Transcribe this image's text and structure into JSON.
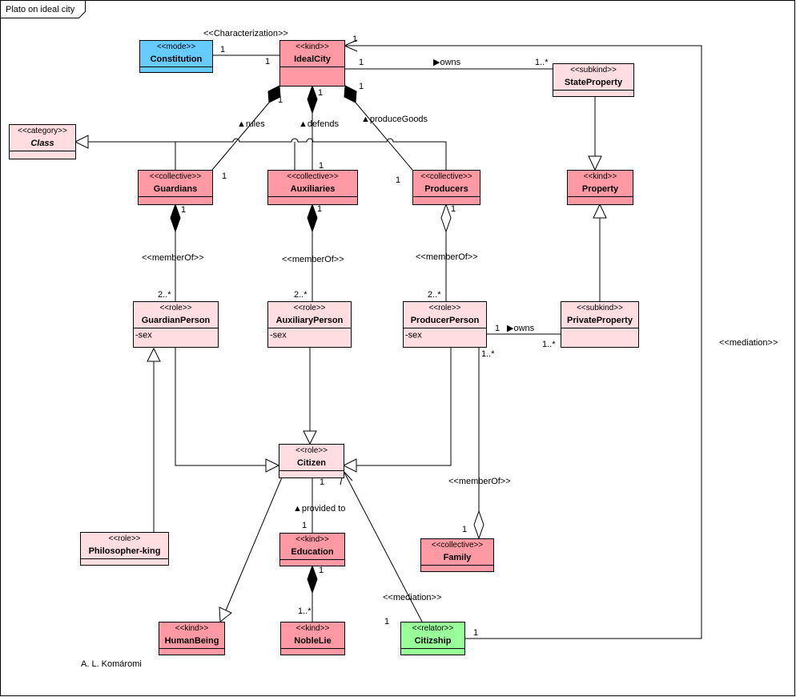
{
  "frame": {
    "title": "Plato on ideal city"
  },
  "author": "A. L. Komáromi",
  "colors": {
    "mode": "#66ccff",
    "kind": "#ff99a3",
    "collective": "#ff99a3",
    "subkind": "#ffdde0",
    "category": "#ffdde0",
    "role": "#ffdde0",
    "relator": "#99ff99"
  },
  "classes": [
    {
      "id": "constitution",
      "stereotype": "<<mode>>",
      "name": "Constitution",
      "type": "mode",
      "attributes": []
    },
    {
      "id": "idealcity",
      "stereotype": "<<kind>>",
      "name": "IdealCity",
      "type": "kind",
      "attributes": []
    },
    {
      "id": "stateproperty",
      "stereotype": "<<subkind>>",
      "name": "StateProperty",
      "type": "subkind",
      "attributes": []
    },
    {
      "id": "class",
      "stereotype": "<<category>>",
      "name": "Class",
      "type": "category",
      "italic": true,
      "attributes": []
    },
    {
      "id": "guardians",
      "stereotype": "<<collective>>",
      "name": "Guardians",
      "type": "collective",
      "attributes": []
    },
    {
      "id": "auxiliaries",
      "stereotype": "<<collective>>",
      "name": "Auxiliaries",
      "type": "collective",
      "attributes": []
    },
    {
      "id": "producers",
      "stereotype": "<<collective>>",
      "name": "Producers",
      "type": "collective",
      "attributes": []
    },
    {
      "id": "property",
      "stereotype": "<<kind>>",
      "name": "Property",
      "type": "kind",
      "attributes": []
    },
    {
      "id": "guardianperson",
      "stereotype": "<<role>>",
      "name": "GuardianPerson",
      "type": "role",
      "attributes": [
        "-sex"
      ]
    },
    {
      "id": "auxiliaryperson",
      "stereotype": "<<role>>",
      "name": "AuxiliaryPerson",
      "type": "role",
      "attributes": [
        "-sex"
      ]
    },
    {
      "id": "producerperson",
      "stereotype": "<<role>>",
      "name": "ProducerPerson",
      "type": "role",
      "attributes": [
        "-sex"
      ]
    },
    {
      "id": "privateproperty",
      "stereotype": "<<subkind>>",
      "name": "PrivateProperty",
      "type": "subkind",
      "attributes": []
    },
    {
      "id": "citizen",
      "stereotype": "<<role>>",
      "name": "Citizen",
      "type": "role",
      "attributes": []
    },
    {
      "id": "philosopherking",
      "stereotype": "<<role>>",
      "name": "Philosopher-king",
      "type": "role",
      "attributes": []
    },
    {
      "id": "education",
      "stereotype": "<<kind>>",
      "name": "Education",
      "type": "kind",
      "attributes": []
    },
    {
      "id": "family",
      "stereotype": "<<collective>>",
      "name": "Family",
      "type": "collective",
      "attributes": []
    },
    {
      "id": "humanbeing",
      "stereotype": "<<kind>>",
      "name": "HumanBeing",
      "type": "kind",
      "attributes": []
    },
    {
      "id": "noblelie",
      "stereotype": "<<kind>>",
      "name": "NobleLie",
      "type": "kind",
      "attributes": []
    },
    {
      "id": "citizenship",
      "stereotype": "<<relator>>",
      "name": "Citizship",
      "type": "relator",
      "attributes": []
    }
  ],
  "labels": {
    "characterization": "<<Characterization>>",
    "owns_city": "▶owns",
    "rules": "▲rules",
    "defends": "▲defends",
    "produce_goods": "▲produceGoods",
    "member_of_guardians": "<<memberOf>>",
    "member_of_auxiliaries": "<<memberOf>>",
    "member_of_producers": "<<memberOf>>",
    "owns_private": "▶owns",
    "mediation_right": "<<mediation>>",
    "member_of_family": "<<memberOf>>",
    "provided_to": "▲provided to",
    "mediation_citizen": "<<mediation>>"
  },
  "multiplicities": [
    "1",
    "1",
    "1",
    "1..*",
    "1",
    "1",
    "1",
    "1",
    "1",
    "1",
    "1",
    "1",
    "2..*",
    "1",
    "2..*",
    "1",
    "2..*",
    "1",
    "1..*",
    "1..*",
    "1",
    "1",
    "1",
    "1..*",
    "1",
    "1",
    "1"
  ]
}
